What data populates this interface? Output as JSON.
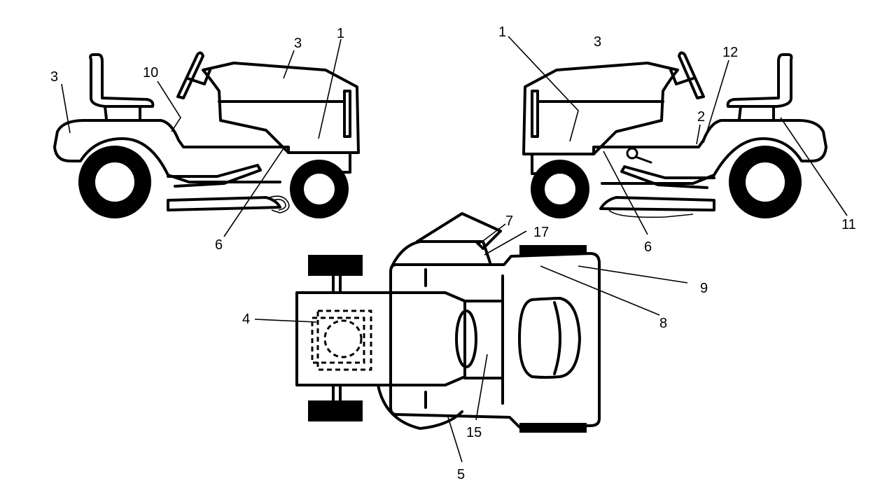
{
  "callouts": {
    "left_view": [
      "3",
      "10",
      "3",
      "1",
      "6"
    ],
    "right_view": [
      "1",
      "3",
      "12",
      "2",
      "11",
      "6"
    ],
    "top_view": [
      "7",
      "17",
      "9",
      "8",
      "4",
      "15",
      "5"
    ]
  }
}
